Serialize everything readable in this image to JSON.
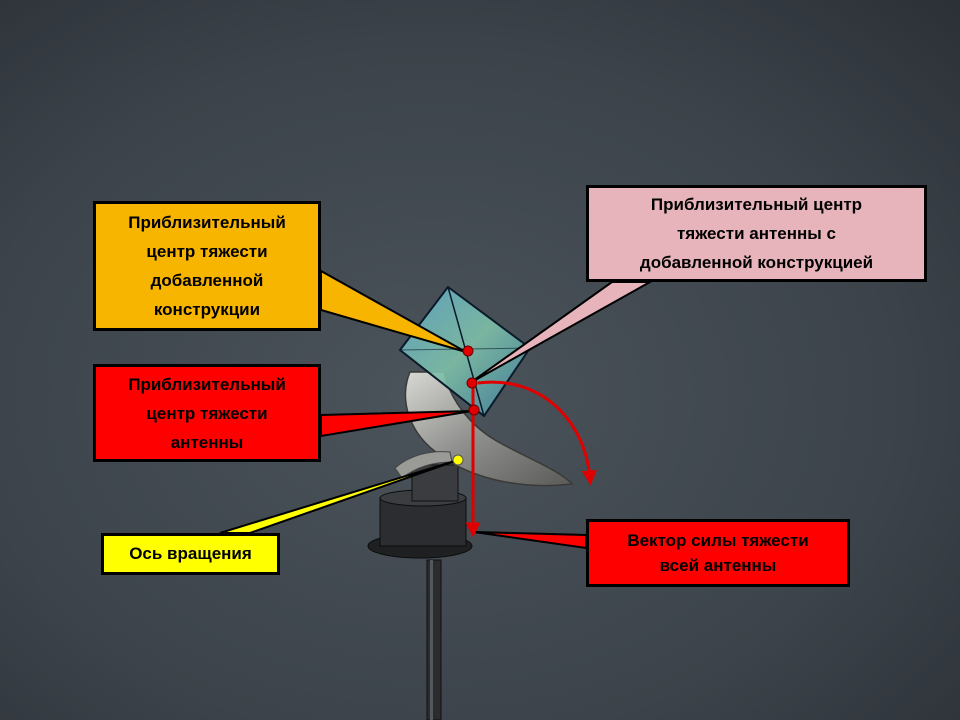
{
  "callouts": {
    "construction_cg": "Приблизительный\nцентр тяжести\nдобавленной\nконструкции",
    "antenna_with_construction_cg": "Приблизительный центр\nтяжести антенны с\nдобавленной конструкцией",
    "antenna_cg": "Приблизительный\nцентр тяжести\nантенны",
    "rotation_axis": "Ось вращения",
    "gravity_vector": "Вектор силы тяжести\nвсей антенны"
  },
  "colors": {
    "construction_callout": "#f7b500",
    "antenna_with_construction_callout": "#e8b4bb",
    "antenna_callout": "#ff0000",
    "axis_callout": "#ffff00",
    "gravity_callout": "#ff0000",
    "marker_red": "#e00000",
    "marker_yellow": "#ffff00"
  }
}
